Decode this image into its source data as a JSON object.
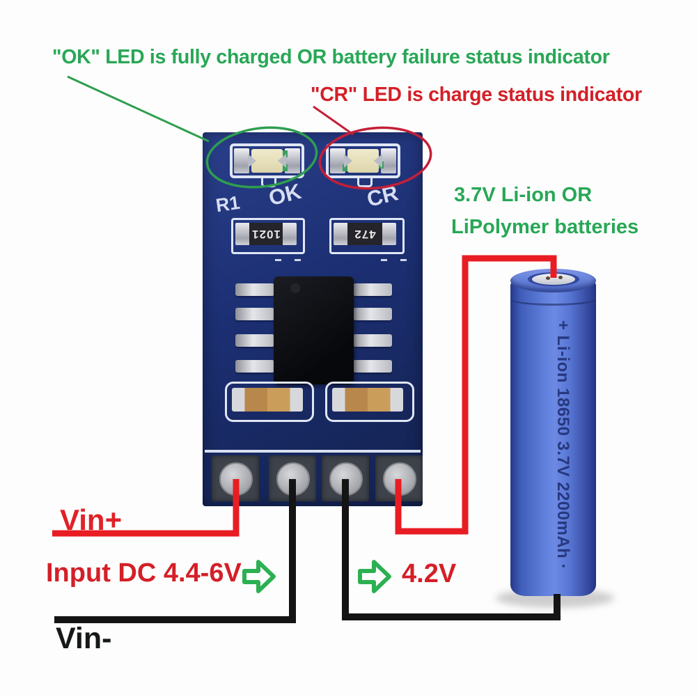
{
  "callouts": {
    "ok_led": "\"OK\" LED is fully charged OR battery failure status indicator",
    "cr_led": "\"CR\" LED is charge status indicator",
    "battery_line1": "3.7V Li-ion OR",
    "battery_line2": "LiPolymer batteries"
  },
  "io": {
    "vin_plus": "Vin+",
    "input_range": "Input DC 4.4-6V",
    "output_voltage": "4.2V",
    "vin_minus": "Vin-"
  },
  "board": {
    "silkscreen": {
      "r1": "R1",
      "ok": "OK",
      "cr": "CR"
    },
    "resistor_codes": [
      "1021",
      "472"
    ]
  },
  "battery": {
    "label": "+ Li-ion 18650 3.7V 2200mAh ·"
  },
  "colors": {
    "annotation_green": "#28a756",
    "annotation_red": "#d41f27",
    "wire_red": "#e81d23",
    "wire_black": "#141414",
    "pcb_blue": "#1c2f73",
    "battery_blue": "#5674d2"
  }
}
